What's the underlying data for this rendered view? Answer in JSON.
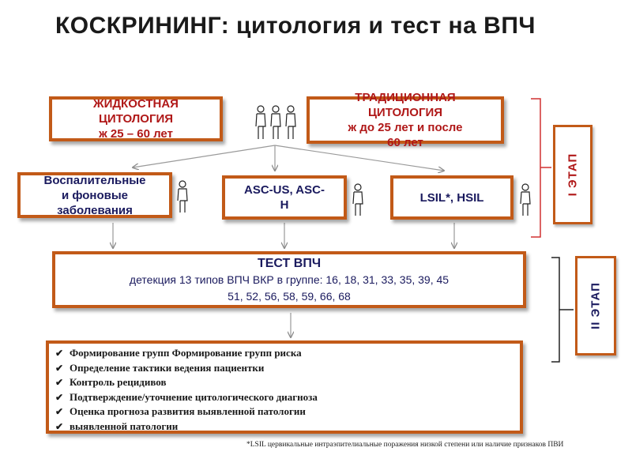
{
  "title": "КОСКРИНИНГ: цитология и тест на ВПЧ",
  "liquid": {
    "line1": "ЖИДКОСТНАЯ",
    "line2": "ЦИТОЛОГИЯ",
    "line3": "ж 25 – 60 лет"
  },
  "traditional": {
    "line1": "ТРАДИЦИОННАЯ",
    "line2": "ЦИТОЛОГИЯ",
    "line3": "ж до 25 лет и после",
    "line4": "60 лет"
  },
  "inflammatory": {
    "line1": "Воспалительные",
    "line2": "и фоновые",
    "line3": "заболевания"
  },
  "ascus": {
    "line1": "ASC-US, ASC-",
    "line2": "H"
  },
  "lsil": {
    "line1": "LSIL*, HSIL"
  },
  "vpch_test": {
    "title": "ТЕСТ ВПЧ",
    "line2": "детекция 13 типов ВПЧ ВКР в группе: 16, 18, 31, 33, 35, 39, 45",
    "line3": "51, 52, 56, 58, 59, 66, 68"
  },
  "outcomes": [
    "Формирование групп Формирование групп риска",
    "Определение тактики ведения пациентки",
    "Контроль рецидивов",
    "Подтверждение/уточнение цитологического диагноза",
    "Оценка прогноза развития выявленной патологии",
    "выявленной патологии"
  ],
  "stage1": "I ЭТАП",
  "stage2": "II ЭТАП",
  "footnote": "*LSIL цервикальные интраэпителиальные поражения низкой степени или наличие признаков ПВИ",
  "colors": {
    "box_border": "#c25a18",
    "accent_red": "#b01818",
    "navy": "#1a1a5e"
  },
  "icons": {
    "person": "person-icon",
    "check": "checkmark-icon"
  }
}
